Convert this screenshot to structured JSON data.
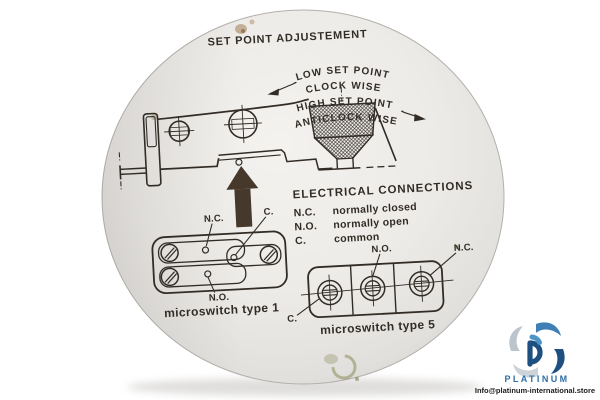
{
  "photo": {
    "background_color": "#ffffff"
  },
  "plate": {
    "face_color": "#efede9",
    "edge_color": "#c9c6c2",
    "ink_color": "#322c26",
    "title": "SET POINT ADJUSTEMENT",
    "adjustment": {
      "lines": [
        {
          "text": "LOW SET POINT"
        },
        {
          "text": "CLOCK WISE",
          "arrow": "left"
        },
        {
          "text": "HIGH SET POINT",
          "arrow": "right"
        },
        {
          "text": "ANTICLOCK WISE"
        }
      ]
    },
    "electrical": {
      "heading": "ELECTRICAL CONNECTIONS",
      "legend": [
        {
          "abbr": "N.C.",
          "desc": "normally closed"
        },
        {
          "abbr": "N.O.",
          "desc": "normally open"
        },
        {
          "abbr": "C.",
          "desc": "common"
        }
      ]
    },
    "microswitch1": {
      "caption": "microswitch type 1",
      "labels": {
        "nc": "N.C.",
        "c": "C.",
        "no": "N.O."
      }
    },
    "microswitch5": {
      "caption": "microswitch type 5",
      "labels": {
        "no": "N.O.",
        "nc": "N.C.",
        "c": "C."
      }
    }
  },
  "watermark": {
    "brand": "PLATINUM",
    "email": "Info@platinum-international.store",
    "logo_colors": {
      "navy": "#1d4f80",
      "blue": "#3f7fb5",
      "gray": "#bcc5cd",
      "light_gray": "#cdd4d9"
    }
  }
}
